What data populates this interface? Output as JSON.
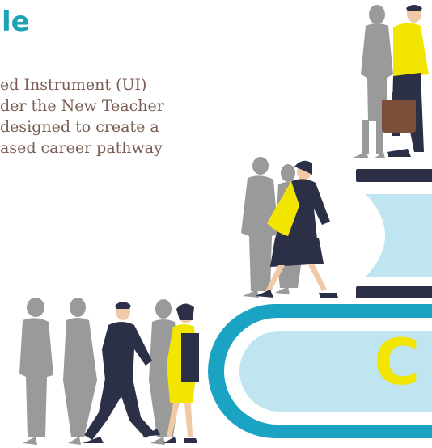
{
  "document": {
    "heading_fragment": "le",
    "body_lines": [
      "ed Instrument (UI)",
      "der the New Teacher",
      "designed to create a",
      "ased career pathway"
    ]
  },
  "graphic": {
    "badge_letter": "C"
  },
  "colors": {
    "heading": "#1aa3b6",
    "body_text": "#7a5d52",
    "silhouette": "#9a9a9a",
    "navy": "#2b3046",
    "yellow": "#f2e500",
    "light_blue": "#bfe5f1",
    "teal": "#1aa3c2",
    "skin": "#f0c9a6",
    "bag": "#7b4f3a"
  }
}
